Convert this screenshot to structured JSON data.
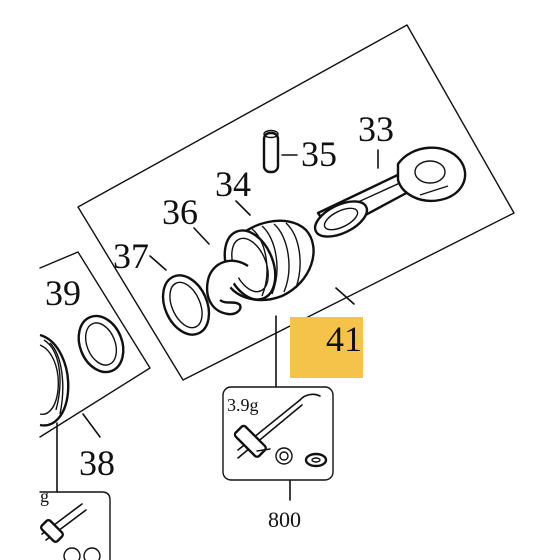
{
  "diagram": {
    "callouts": {
      "c33": "33",
      "c34": "34",
      "c35": "35",
      "c36": "36",
      "c37": "37",
      "c38": "38",
      "c39": "39",
      "c41": "41",
      "c800": "800"
    },
    "kit_label": "3.9g",
    "partial_kit_label": "g",
    "highlight_color": "#f5c24a",
    "line_color": "#111111"
  }
}
